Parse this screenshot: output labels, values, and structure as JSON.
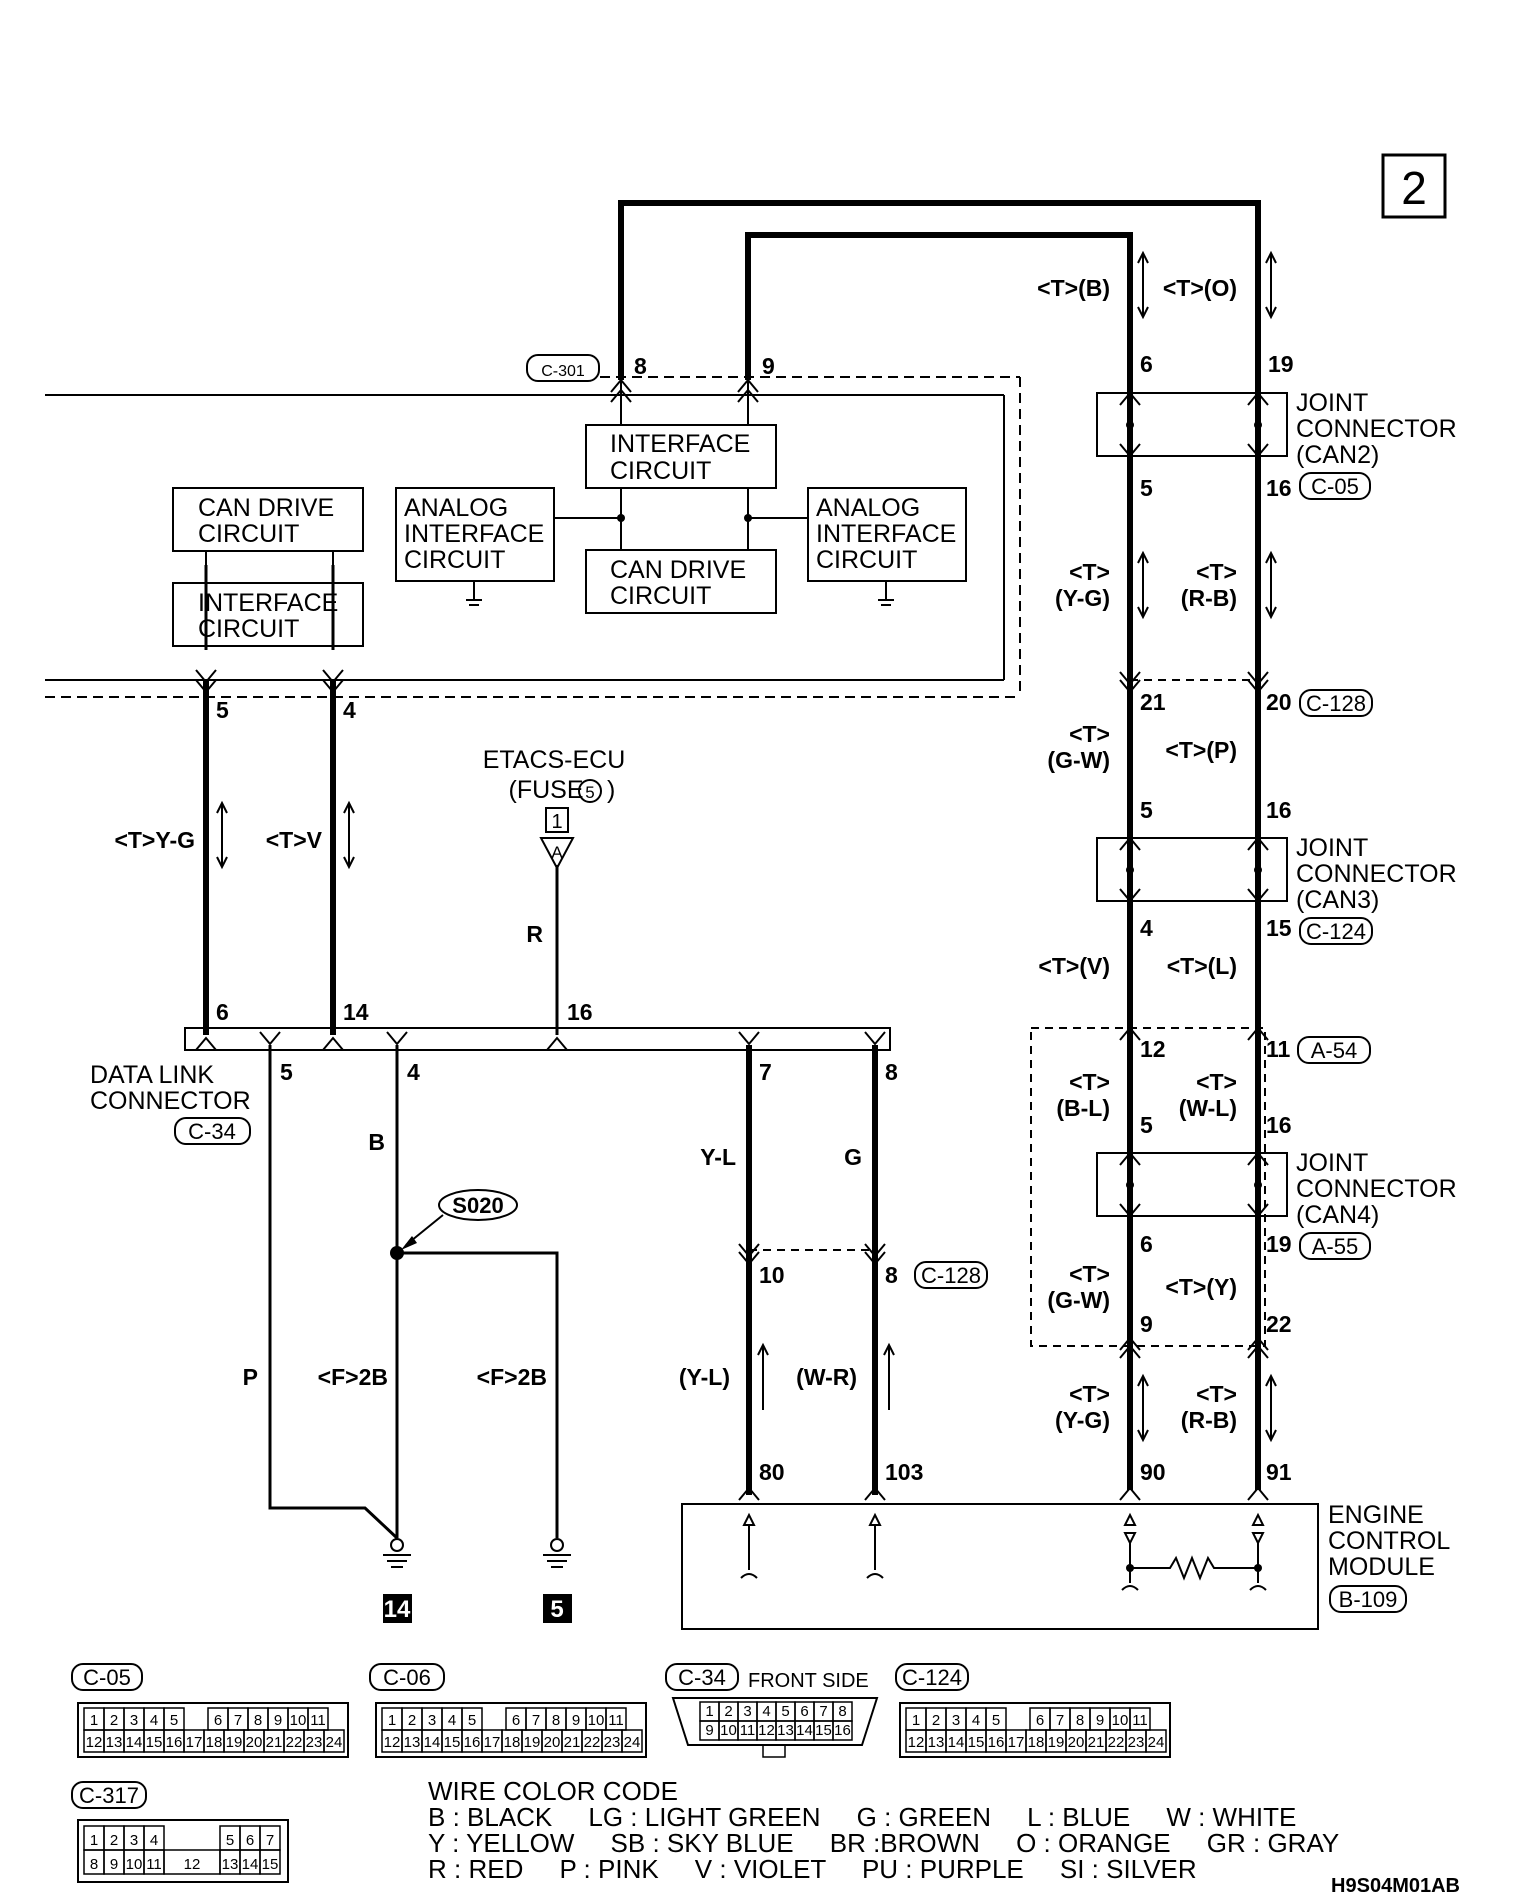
{
  "page_number": "2",
  "figure_code": "H9S04M01AB",
  "connectors": {
    "c301": "C-301",
    "c05": "C-05",
    "c128": "C-128",
    "c124": "C-124",
    "a54": "A-54",
    "a55": "A-55",
    "c34": "C-34",
    "b109": "B-109",
    "c06": "C-06",
    "c317": "C-317"
  },
  "blocks": {
    "can_drive_left": [
      "CAN DRIVE",
      "CIRCUIT"
    ],
    "interface_left": [
      "INTERFACE",
      "CIRCUIT"
    ],
    "analog_left": [
      "ANALOG",
      "INTERFACE",
      "CIRCUIT"
    ],
    "interface_top": [
      "INTERFACE",
      "CIRCUIT"
    ],
    "can_drive_center": [
      "CAN DRIVE",
      "CIRCUIT"
    ],
    "analog_right": [
      "ANALOG",
      "INTERFACE",
      "CIRCUIT"
    ]
  },
  "joints": {
    "can2": [
      "JOINT",
      "CONNECTOR",
      "(CAN2)"
    ],
    "can3": [
      "JOINT",
      "CONNECTOR",
      "(CAN3)"
    ],
    "can4": [
      "JOINT",
      "CONNECTOR",
      "(CAN4)"
    ]
  },
  "ecm_label": [
    "ENGINE",
    "CONTROL",
    "MODULE"
  ],
  "dlc_label": [
    "DATA LINK",
    "CONNECTOR"
  ],
  "etacs": {
    "line1": "ETACS-ECU",
    "line2": "(FUSE",
    "fuse": "5",
    "box": "1",
    "letter": "A"
  },
  "splice": "S020",
  "grounds": [
    "14",
    "5"
  ],
  "pins": {
    "c301_8": "8",
    "c301_9": "9",
    "top_6": "6",
    "top_19": "19",
    "can2_5": "5",
    "can2_16": "16",
    "c128_21": "21",
    "c128_20": "20",
    "can3_5": "5",
    "can3_16": "16",
    "can3_4": "4",
    "can3_15": "15",
    "a54_12": "12",
    "a54_11": "11",
    "can4_5": "5",
    "can4_16": "16",
    "can4_6": "6",
    "can4_19": "19",
    "a55_9": "9",
    "a55_22": "22",
    "ecm_90": "90",
    "ecm_91": "91",
    "ecm_80": "80",
    "ecm_103": "103",
    "c128_10": "10",
    "c128_8": "8",
    "left_5": "5",
    "left_4": "4",
    "dlc_6": "6",
    "dlc_14": "14",
    "dlc_16": "16",
    "dlc_5": "5",
    "dlc_4": "4",
    "dlc_7": "7",
    "dlc_8": "8"
  },
  "wire_labels": {
    "tb": "<T>(B)",
    "to": "<T>(O)",
    "t1": "<T>",
    "yg1": "(Y-G)",
    "t2": "<T>",
    "rb1": "(R-B)",
    "t3": "<T>",
    "gw1": "(G-W)",
    "tp": "<T>(P)",
    "tv": "<T>(V)",
    "tl": "<T>(L)",
    "t4": "<T>",
    "bl": "(B-L)",
    "t5": "<T>",
    "wl": "(W-L)",
    "t6": "<T>",
    "gw2": "(G-W)",
    "ty": "<T>(Y)",
    "t7": "<T>",
    "yg2": "(Y-G)",
    "t8": "<T>",
    "rb2": "(R-B)",
    "tyg": "<T>Y-G",
    "tvv": "<T>V",
    "r": "R",
    "b": "B",
    "p": "P",
    "f2b1": "<F>2B",
    "f2b2": "<F>2B",
    "yl": "Y-L",
    "g": "G",
    "yl2": "(Y-L)",
    "wr": "(W-R)"
  },
  "connector_views": {
    "front_side": "FRONT SIDE",
    "c05_row1": [
      "1",
      "2",
      "3",
      "4",
      "5",
      "",
      "6",
      "7",
      "8",
      "9",
      "10",
      "11"
    ],
    "c05_row2": [
      "12",
      "13",
      "14",
      "15",
      "16",
      "17",
      "18",
      "19",
      "20",
      "21",
      "22",
      "23",
      "24"
    ],
    "c34_row1": [
      "1",
      "2",
      "3",
      "4",
      "5",
      "6",
      "7",
      "8"
    ],
    "c34_row2": [
      "9",
      "10",
      "11",
      "12",
      "13",
      "14",
      "15",
      "16"
    ],
    "c317_row1": [
      "1",
      "2",
      "3",
      "4",
      "",
      "5",
      "6",
      "7"
    ],
    "c317_row2": [
      "8",
      "9",
      "10",
      "11",
      "12",
      "13",
      "14",
      "15"
    ]
  },
  "wire_color_code": {
    "title": "WIRE COLOR CODE",
    "line1": "B : BLACK     LG : LIGHT GREEN     G : GREEN     L : BLUE     W : WHITE",
    "line2": "Y : YELLOW     SB : SKY BLUE     BR :BROWN     O : ORANGE     GR : GRAY",
    "line3": "R : RED     P : PINK     V : VIOLET     PU : PURPLE     SI : SILVER"
  }
}
